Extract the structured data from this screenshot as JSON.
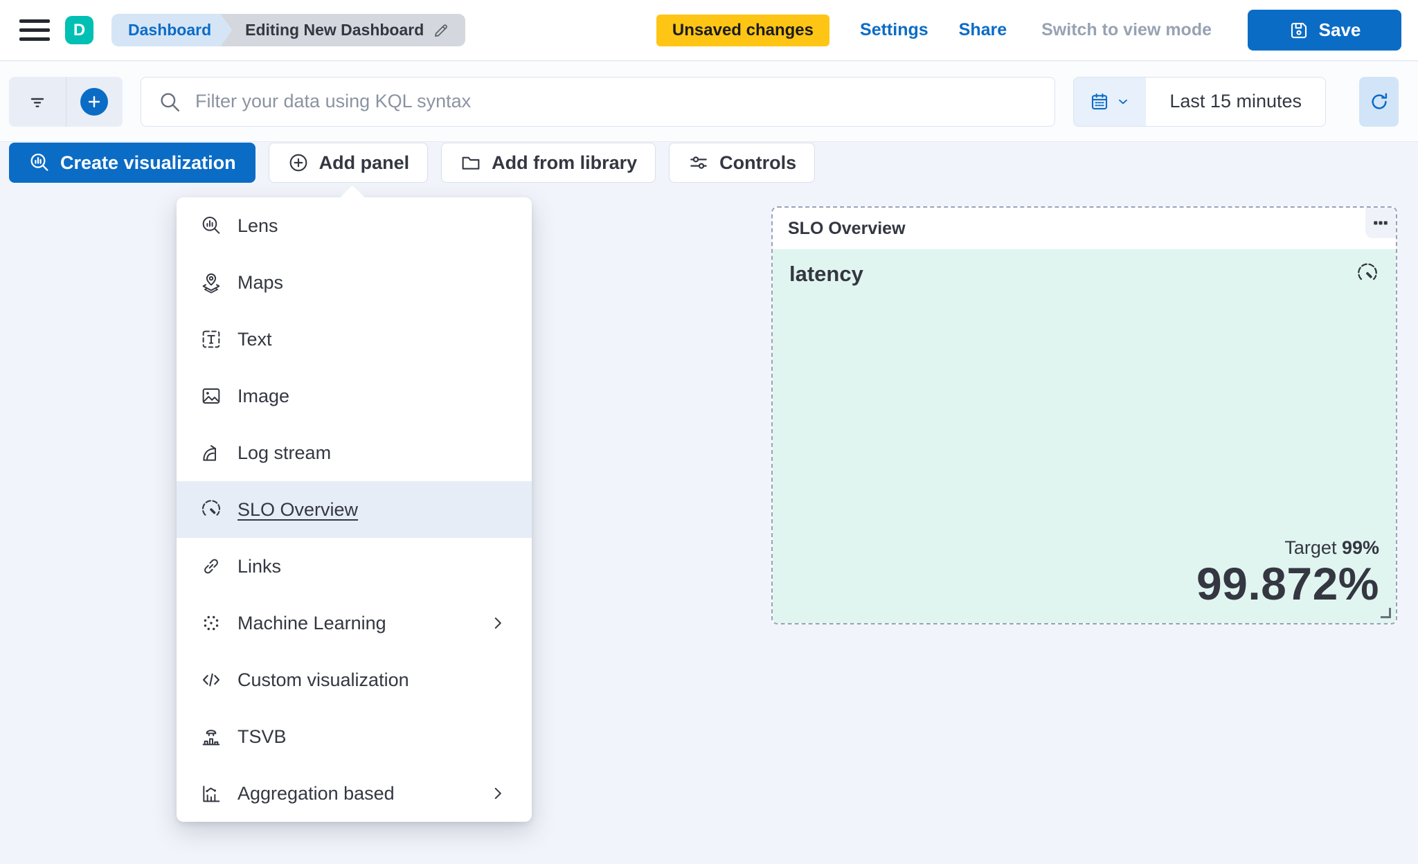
{
  "header": {
    "space_initial": "D",
    "breadcrumbs": [
      {
        "label": "Dashboard"
      },
      {
        "label": "Editing New Dashboard"
      }
    ],
    "unsaved_badge": "Unsaved changes",
    "settings_link": "Settings",
    "share_link": "Share",
    "view_mode_link": "Switch to view mode",
    "save_label": "Save"
  },
  "filter_bar": {
    "kql_placeholder": "Filter your data using KQL syntax",
    "time_range": "Last 15 minutes"
  },
  "toolbar": {
    "create_visualization_label": "Create visualization",
    "add_panel_label": "Add panel",
    "add_from_library_label": "Add from library",
    "controls_label": "Controls"
  },
  "add_panel_menu": {
    "items": [
      {
        "label": "Lens",
        "icon": "lens-icon",
        "selected": false,
        "has_submenu": false
      },
      {
        "label": "Maps",
        "icon": "maps-icon",
        "selected": false,
        "has_submenu": false
      },
      {
        "label": "Text",
        "icon": "text-icon",
        "selected": false,
        "has_submenu": false
      },
      {
        "label": "Image",
        "icon": "image-icon",
        "selected": false,
        "has_submenu": false
      },
      {
        "label": "Log stream",
        "icon": "log-stream-icon",
        "selected": false,
        "has_submenu": false
      },
      {
        "label": "SLO Overview",
        "icon": "gauge-icon",
        "selected": true,
        "has_submenu": false
      },
      {
        "label": "Links",
        "icon": "link-icon",
        "selected": false,
        "has_submenu": false
      },
      {
        "label": "Machine Learning",
        "icon": "machine-learning-icon",
        "selected": false,
        "has_submenu": true
      },
      {
        "label": "Custom visualization",
        "icon": "code-icon",
        "selected": false,
        "has_submenu": false
      },
      {
        "label": "TSVB",
        "icon": "tsvb-icon",
        "selected": false,
        "has_submenu": false
      },
      {
        "label": "Aggregation based",
        "icon": "aggregation-icon",
        "selected": false,
        "has_submenu": true
      }
    ]
  },
  "slo_panel": {
    "title": "SLO Overview",
    "metric_label": "latency",
    "target_label": "Target",
    "target_value": "99%",
    "value": "99.872%"
  },
  "colors": {
    "primary": "#0B6CC6",
    "teal": "#00BFB3",
    "warning": "#FEC514",
    "text": "#343741",
    "subdued": "#69707D",
    "disabled": "#98A2B3",
    "border": "#D3DAE6",
    "panel_bg": "#E1F5F0",
    "menu_highlight": "#E7EDF6",
    "canvas": "#F1F4FA"
  }
}
